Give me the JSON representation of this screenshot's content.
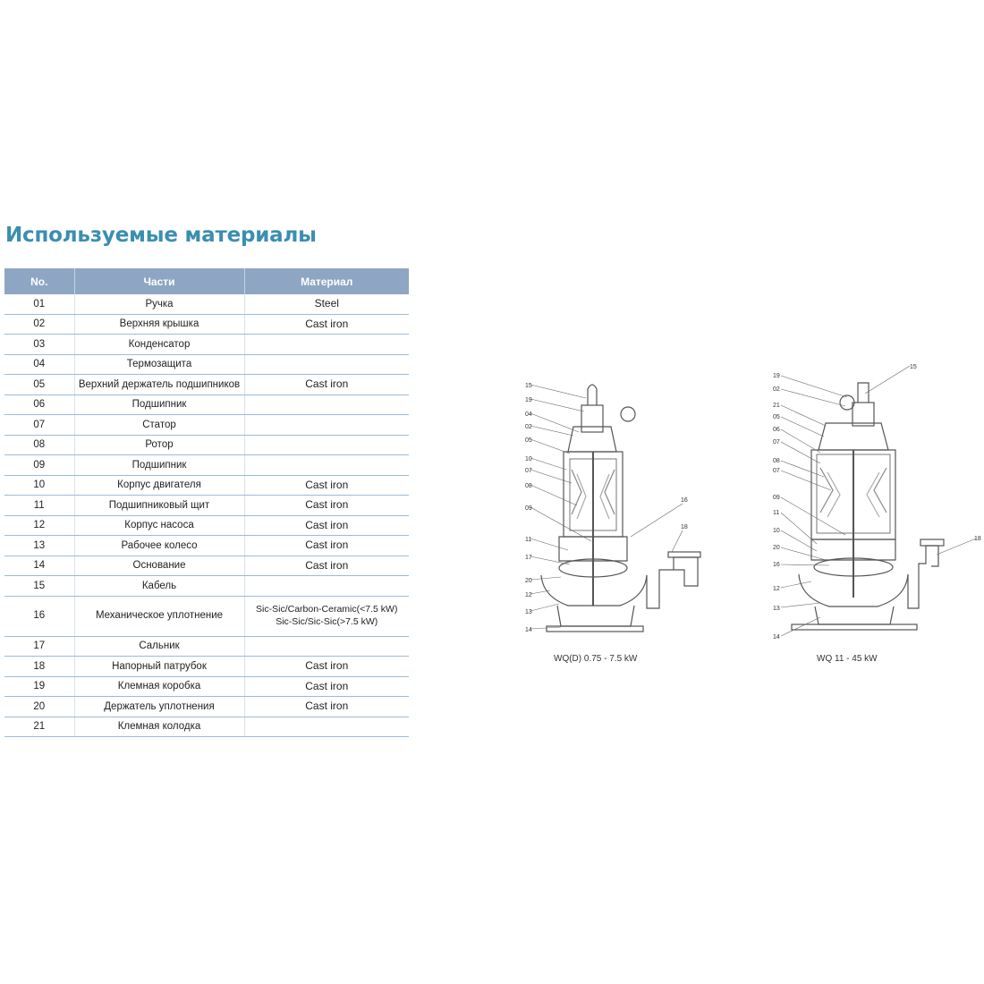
{
  "title": "Используемые материалы",
  "table": {
    "headers": {
      "no": "No.",
      "part": "Части",
      "material": "Материал"
    },
    "rows": [
      {
        "no": "01",
        "part": "Ручка",
        "material": "Steel"
      },
      {
        "no": "02",
        "part": "Верхняя крышка",
        "material": "Cast iron"
      },
      {
        "no": "03",
        "part": "Конденсатор",
        "material": ""
      },
      {
        "no": "04",
        "part": "Термозащита",
        "material": ""
      },
      {
        "no": "05",
        "part": "Верхний держатель подшипников",
        "material": "Cast iron"
      },
      {
        "no": "06",
        "part": "Подшипник",
        "material": ""
      },
      {
        "no": "07",
        "part": "Статор",
        "material": ""
      },
      {
        "no": "08",
        "part": "Ротор",
        "material": ""
      },
      {
        "no": "09",
        "part": "Подшипник",
        "material": ""
      },
      {
        "no": "10",
        "part": "Корпус двигателя",
        "material": "Cast iron"
      },
      {
        "no": "11",
        "part": "Подшипниковый щит",
        "material": "Cast iron"
      },
      {
        "no": "12",
        "part": "Корпус насоса",
        "material": "Cast iron"
      },
      {
        "no": "13",
        "part": "Рабочее колесо",
        "material": "Cast iron"
      },
      {
        "no": "14",
        "part": "Основание",
        "material": "Cast iron"
      },
      {
        "no": "15",
        "part": "Кабель",
        "material": ""
      },
      {
        "no": "16",
        "part": "Механическое уплотнение",
        "material": "Sic-Sic/Carbon-Ceramic(<7.5 kW)",
        "material2": "Sic-Sic/Sic-Sic(>7.5 kW)"
      },
      {
        "no": "17",
        "part": "Сальник",
        "material": ""
      },
      {
        "no": "18",
        "part": "Напорный патрубок",
        "material": "Cast iron"
      },
      {
        "no": "19",
        "part": "Клемная коробка",
        "material": "Cast iron"
      },
      {
        "no": "20",
        "part": "Держатель уплотнения",
        "material": "Cast iron"
      },
      {
        "no": "21",
        "part": "Клемная колодка",
        "material": ""
      }
    ]
  },
  "diagrams": [
    {
      "caption": "WQ(D) 0.75 - 7.5 kW",
      "callouts": [
        "15",
        "19",
        "04",
        "02",
        "05",
        "10",
        "07",
        "08",
        "09",
        "11",
        "17",
        "20",
        "12",
        "13",
        "14",
        "16",
        "18"
      ]
    },
    {
      "caption": "WQ 11 - 45 kW",
      "callouts": [
        "19",
        "02",
        "21",
        "05",
        "06",
        "07",
        "08",
        "07",
        "09",
        "11",
        "10",
        "20",
        "16",
        "12",
        "13",
        "14",
        "15",
        "18"
      ]
    }
  ]
}
